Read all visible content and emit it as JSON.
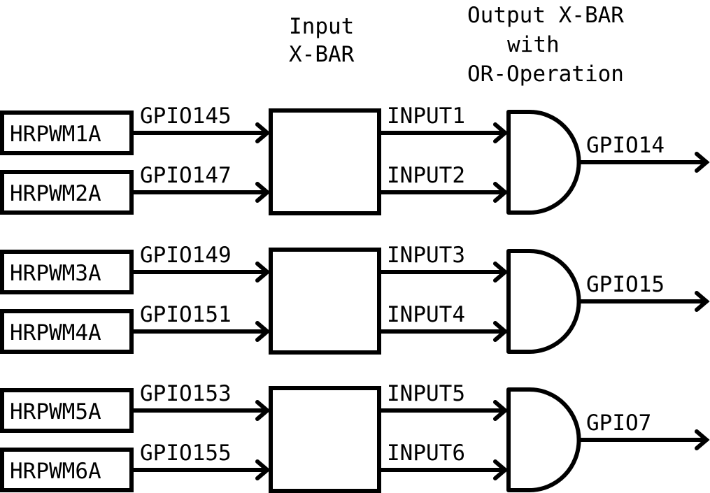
{
  "headers": {
    "input_xbar": [
      "Input",
      "X-BAR"
    ],
    "output_xbar": [
      "Output X-BAR",
      "with",
      "OR-Operation"
    ]
  },
  "groups": [
    {
      "sources": [
        {
          "module": "HRPWM1A",
          "gpio": "GPIO145",
          "xbar_input": "INPUT1"
        },
        {
          "module": "HRPWM2A",
          "gpio": "GPIO147",
          "xbar_input": "INPUT2"
        }
      ],
      "output": "GPIO14"
    },
    {
      "sources": [
        {
          "module": "HRPWM3A",
          "gpio": "GPIO149",
          "xbar_input": "INPUT3"
        },
        {
          "module": "HRPWM4A",
          "gpio": "GPIO151",
          "xbar_input": "INPUT4"
        }
      ],
      "output": "GPIO15"
    },
    {
      "sources": [
        {
          "module": "HRPWM5A",
          "gpio": "GPIO153",
          "xbar_input": "INPUT5"
        },
        {
          "module": "HRPWM6A",
          "gpio": "GPIO155",
          "xbar_input": "INPUT6"
        }
      ],
      "output": "GPIO7"
    }
  ]
}
